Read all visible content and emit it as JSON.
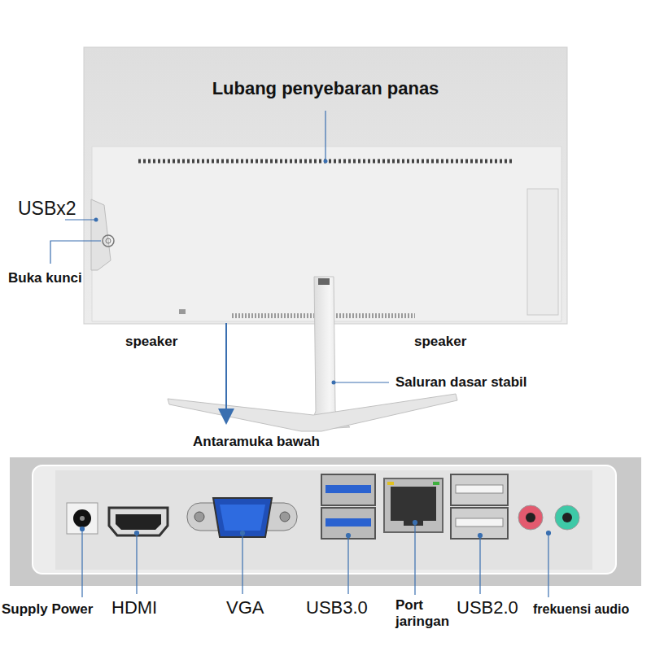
{
  "diagram": {
    "labels": [
      "Lubang penyebaran panas",
      "USBx2",
      "Buka kunci",
      "speaker",
      "speaker",
      "Saluran dasar stabil",
      "Antaramuka bawah",
      "Supply Power",
      "HDMI",
      "VGA",
      "USB3.0",
      "Port jaringan",
      "USB2.0",
      "frekuensi audio"
    ]
  }
}
